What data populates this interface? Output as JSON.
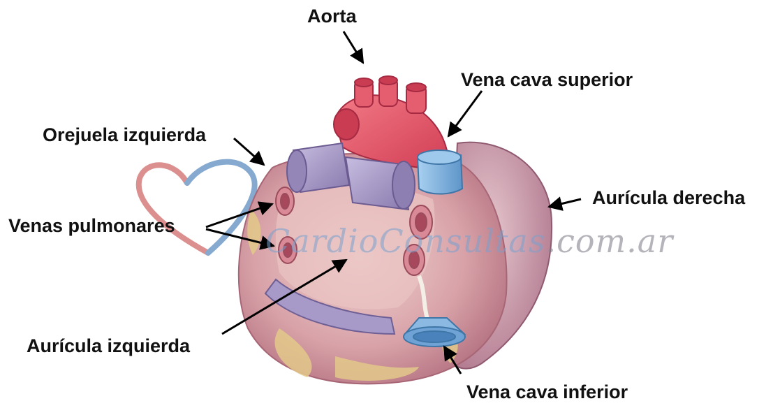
{
  "labels": {
    "aorta": "Aorta",
    "vena_cava_superior": "Vena cava superior",
    "orejuela_izquierda": "Orejuela izquierda",
    "auricula_derecha": "Aurícula derecha",
    "venas_pulmonares": "Venas pulmonares",
    "auricula_izquierda": "Aurícula izquierda",
    "vena_cava_inferior": "Vena cava inferior"
  },
  "watermark": {
    "main": "CardioConsultas",
    "suffix": ".com.ar",
    "logo_icon": "heart-outline-icon"
  },
  "colors": {
    "aorta": "#e2566a",
    "pulmonary_vessels": "#a496c4",
    "vena_cava": "#7fb2de",
    "heart_body": "#d9a8ae",
    "right_atrium": "#c48d9a",
    "fat": "#e3c98a",
    "logo_red": "#d98585",
    "logo_blue": "#7fa5cc"
  }
}
